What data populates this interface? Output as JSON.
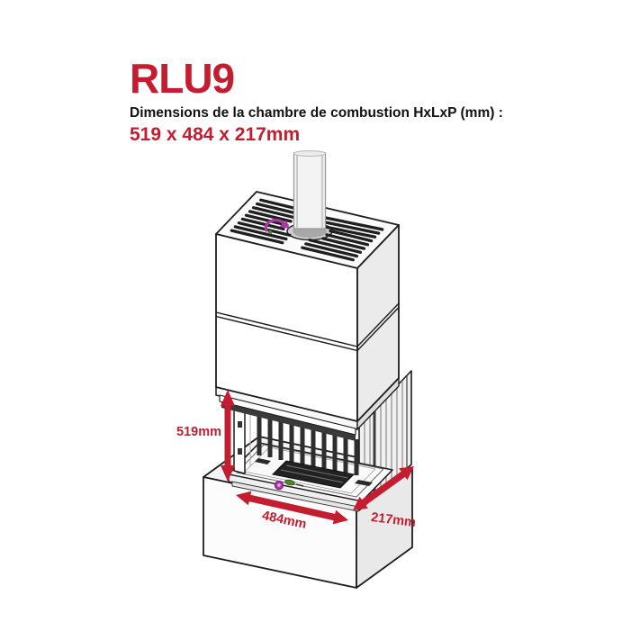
{
  "page": {
    "background_color": "#ffffff"
  },
  "header": {
    "title": "RLU9",
    "subtitle": "Dimensions de la chambre de combustion HxLxP (mm) :",
    "dimensions_line": "519 x 484 x 217mm"
  },
  "diagram": {
    "dimension_labels": {
      "height": "519mm",
      "width": "484mm",
      "depth": "217mm"
    },
    "colors": {
      "accent_red": "#c41d30",
      "outline": "#1d1d1d",
      "grille_dark": "#1f1f1f",
      "rotation_marker_purple": "#ab3aa3",
      "lever_marker_green": "#4f8430"
    }
  }
}
